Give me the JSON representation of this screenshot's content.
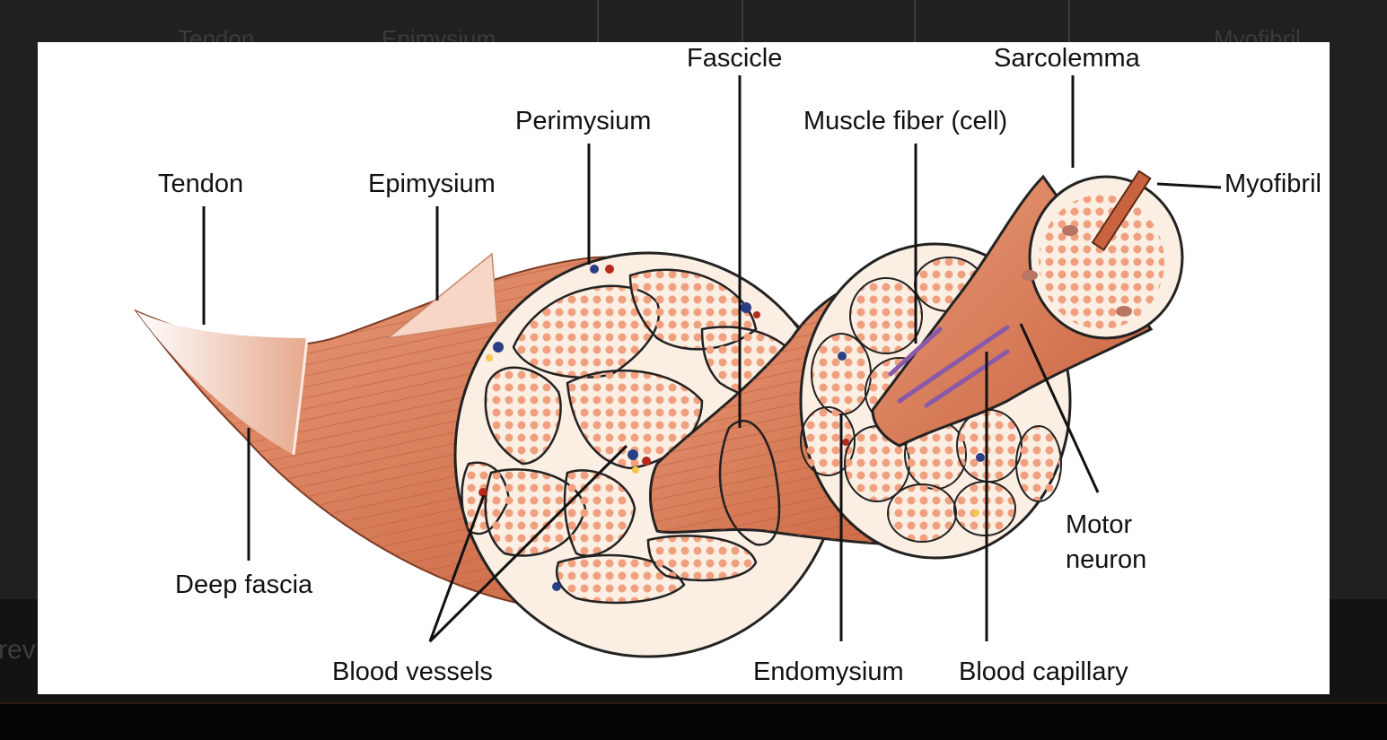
{
  "background": {
    "ghost_labels": [
      "Tendon",
      "Epimysium",
      "Myofibril"
    ],
    "prev_text": "rev"
  },
  "figure": {
    "labels": {
      "tendon": "Tendon",
      "epimysium": "Epimysium",
      "perimysium": "Perimysium",
      "fascicle": "Fascicle",
      "muscle_fiber": "Muscle fiber (cell)",
      "sarcolemma": "Sarcolemma",
      "myofibril": "Myofibril",
      "deep_fascia": "Deep fascia",
      "blood_vessels": "Blood vessels",
      "endomysium": "Endomysium",
      "blood_capillary": "Blood capillary",
      "motor_neuron_1": "Motor",
      "motor_neuron_2": "neuron"
    },
    "colors": {
      "muscle": "#e08a68",
      "muscle_dark": "#c8603f",
      "fiber": "#f0a07e",
      "connective": "#fbeee3",
      "nerve": "#8a5aa8",
      "vein": "#2b3f86",
      "artery": "#b52a1c",
      "fat": "#f4c84c"
    }
  }
}
